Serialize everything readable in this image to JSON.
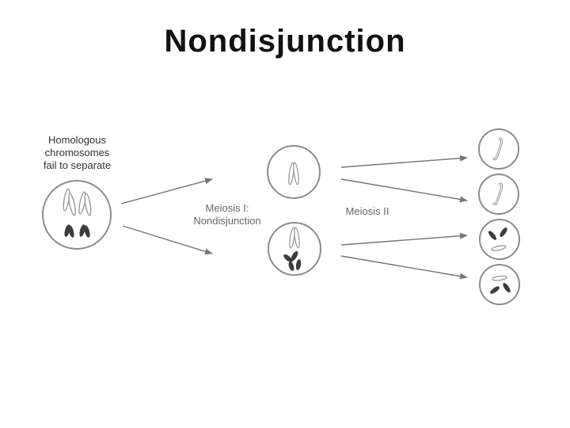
{
  "title": "Nondisjunction",
  "labels": {
    "homologous": [
      "Homologous",
      "chromosomes",
      "fail to separate"
    ],
    "meiosis1": [
      "Meiosis I:",
      "Nondisjunction"
    ],
    "meiosis2": "Meiosis II"
  },
  "colors": {
    "cell_outline": "#8c8c8c",
    "arrow": "#777777",
    "light_chromosome": "#bdbdbd",
    "dark_chromosome": "#3c3c3c"
  }
}
